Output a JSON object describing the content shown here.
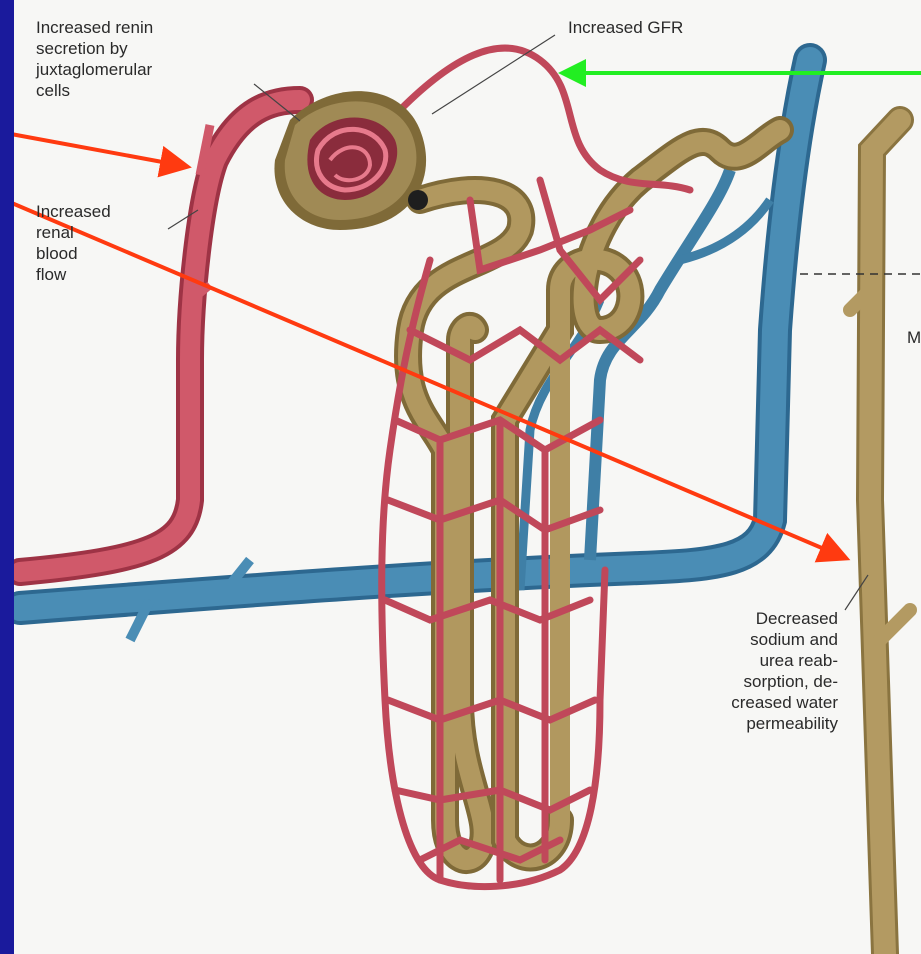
{
  "labels": {
    "renin": "Increased renin\nsecretion by\njuxtaglomerular\ncells",
    "gfr": "Increased GFR",
    "blood_flow": "Increased\nrenal\nblood\nflow",
    "reabsorption": "Decreased\nsodium and\nurea reab-\nsorption, de-\ncreased water\npermeability",
    "cut_letter": "M"
  },
  "colors": {
    "background": "#1a1a9c",
    "panel": "#f7f7f5",
    "artery": "#c0485a",
    "vein": "#3f7fa6",
    "tubule": "#a08a55",
    "arrow_red": "#ff3a10",
    "arrow_green": "#22ee22"
  }
}
